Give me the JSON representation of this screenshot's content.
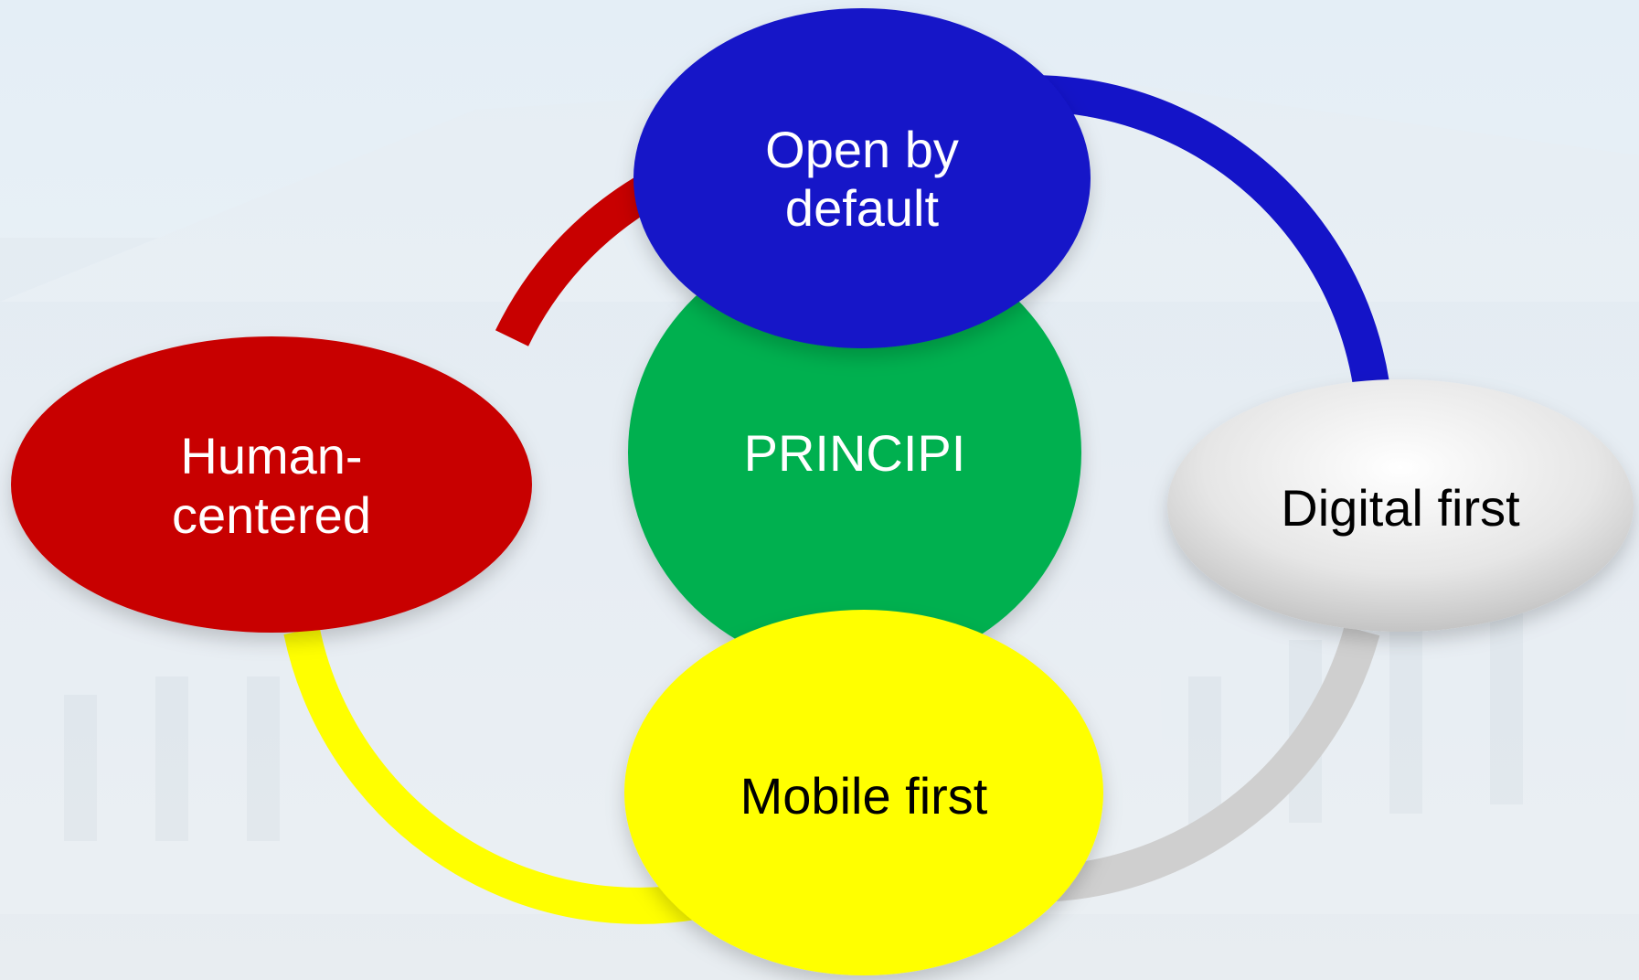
{
  "diagram": {
    "center": {
      "label": "PRINCIPI",
      "color": "#00b050",
      "text_color": "#ffffff"
    },
    "nodes": [
      {
        "id": "open-by-default",
        "lines": [
          "Open by",
          "default"
        ],
        "color": "#1414c8",
        "text_color": "#ffffff"
      },
      {
        "id": "human-centered",
        "lines": [
          "Human-",
          "centered"
        ],
        "color": "#c80000",
        "text_color": "#ffffff"
      },
      {
        "id": "digital-first",
        "lines": [
          "Digital first"
        ],
        "color": "#e6e6e6",
        "text_color": "#000000"
      },
      {
        "id": "mobile-first",
        "lines": [
          "Mobile first"
        ],
        "color": "#ffff00",
        "text_color": "#000000"
      }
    ],
    "ring_colors": {
      "top_left": "#c80000",
      "top_right": "#1414c8",
      "bottom_left": "#ffff00",
      "bottom_right": "#cfcfcf"
    },
    "background": {
      "color": "#eef3f7"
    }
  }
}
